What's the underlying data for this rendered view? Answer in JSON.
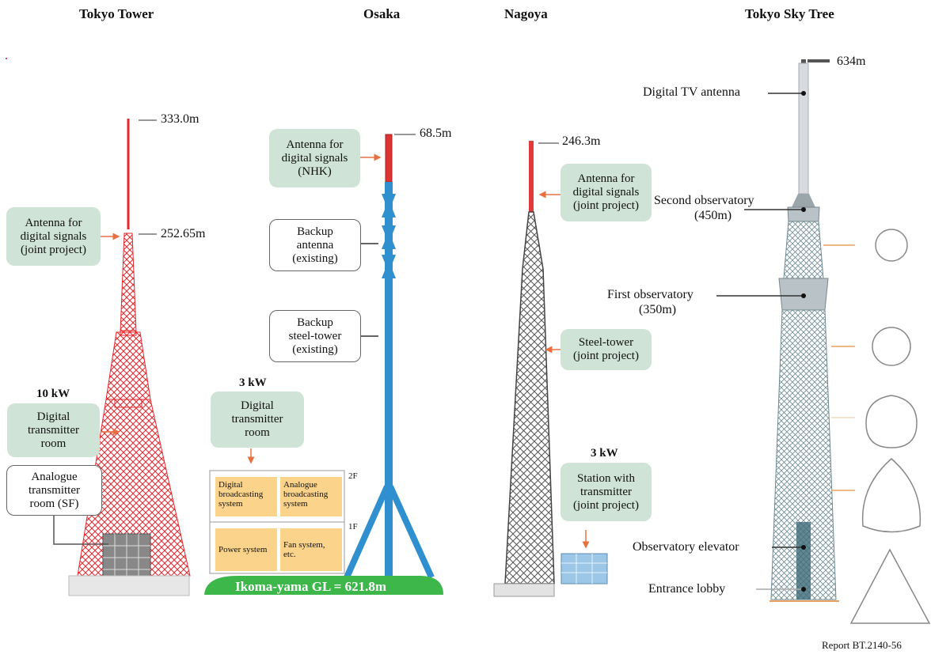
{
  "titles": {
    "tokyo_tower": "Tokyo Tower",
    "osaka": "Osaka",
    "nagoya": "Nagoya",
    "sky_tree": "Tokyo Sky Tree"
  },
  "tokyo_tower": {
    "height_top": "333.0m",
    "height_antenna": "252.65m",
    "antenna_box": [
      "Antenna for",
      "digital signals",
      "(joint project)"
    ],
    "power": "10 kW",
    "transmitter_box": [
      "Digital",
      "transmitter",
      "room"
    ],
    "analogue_box": [
      "Analogue",
      "transmitter",
      "room (SF)"
    ]
  },
  "osaka": {
    "height_top": "68.5m",
    "antenna_box": [
      "Antenna for",
      "digital signals",
      "(NHK)"
    ],
    "backup_antenna_box": [
      "Backup",
      "antenna",
      "(existing)"
    ],
    "backup_steel_box": [
      "Backup",
      "steel-tower",
      "(existing)"
    ],
    "power": "3 kW",
    "transmitter_box": [
      "Digital",
      "transmitter",
      "room"
    ],
    "floor_2f": "2F",
    "floor_1f": "1F",
    "rooms": {
      "digital": "Digital broadcasting system",
      "analogue": "Analogue broadcasting system",
      "power": "Power system",
      "fan": "Fan system, etc."
    },
    "ground_label": "Ikoma-yama GL = 621.8m"
  },
  "nagoya": {
    "height_top": "246.3m",
    "antenna_box": [
      "Antenna for",
      "digital signals",
      "(joint project)"
    ],
    "steel_box": [
      "Steel-tower",
      "(joint project)"
    ],
    "power": "3 kW",
    "station_box": [
      "Station with",
      "transmitter",
      "(joint project)"
    ]
  },
  "sky_tree": {
    "height_top": "634m",
    "digital_tv_antenna": "Digital TV antenna",
    "second_obs": "Second observatory",
    "second_obs_height": "(450m)",
    "first_obs": "First observatory",
    "first_obs_height": "(350m)",
    "elevator": "Observatory elevator",
    "entrance": "Entrance lobby"
  },
  "report_id": "Report BT.2140-56",
  "colors": {
    "label_box": "#cfe3d6",
    "tokyo_tower": "#e8262b",
    "osaka_tower": "#2f8fcf",
    "room": "#fbd38a",
    "ground": "#3db64a",
    "arrow": "#e87040"
  }
}
